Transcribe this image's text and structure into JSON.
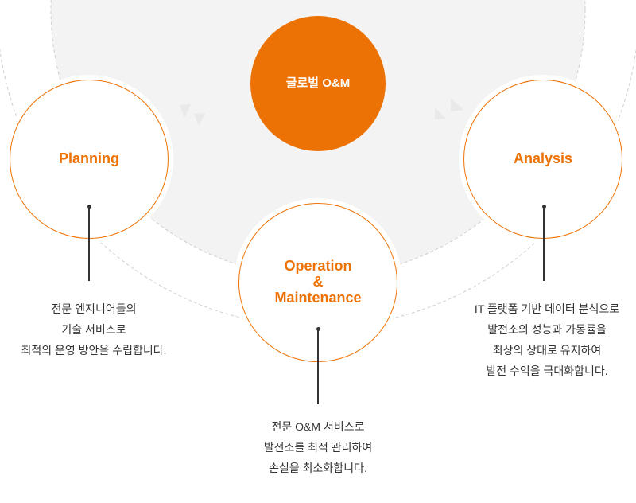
{
  "colors": {
    "accent": "#ec7205",
    "background_disc": "#f3f3f3",
    "dashed_ring": "#cccccc",
    "text": "#333333"
  },
  "center": {
    "label": "글로벌 O&M"
  },
  "nodes": [
    {
      "id": "planning",
      "title": "Planning",
      "description": [
        "전문 엔지니어들의",
        "기술 서비스로",
        "최적의 운영 방안을 수립합니다."
      ]
    },
    {
      "id": "operation",
      "title_lines": [
        "Operation",
        "&",
        "Maintenance"
      ],
      "description": [
        "전문 O&M 서비스로",
        "발전소를 최적 관리하여",
        "손실을 최소화합니다."
      ]
    },
    {
      "id": "analysis",
      "title": "Analysis",
      "description": [
        "IT 플랫폼 기반 데이터 분석으로",
        "발전소의 성능과 가동률을",
        "최상의 상태로 유지하여",
        "발전 수익을 극대화합니다."
      ]
    }
  ]
}
